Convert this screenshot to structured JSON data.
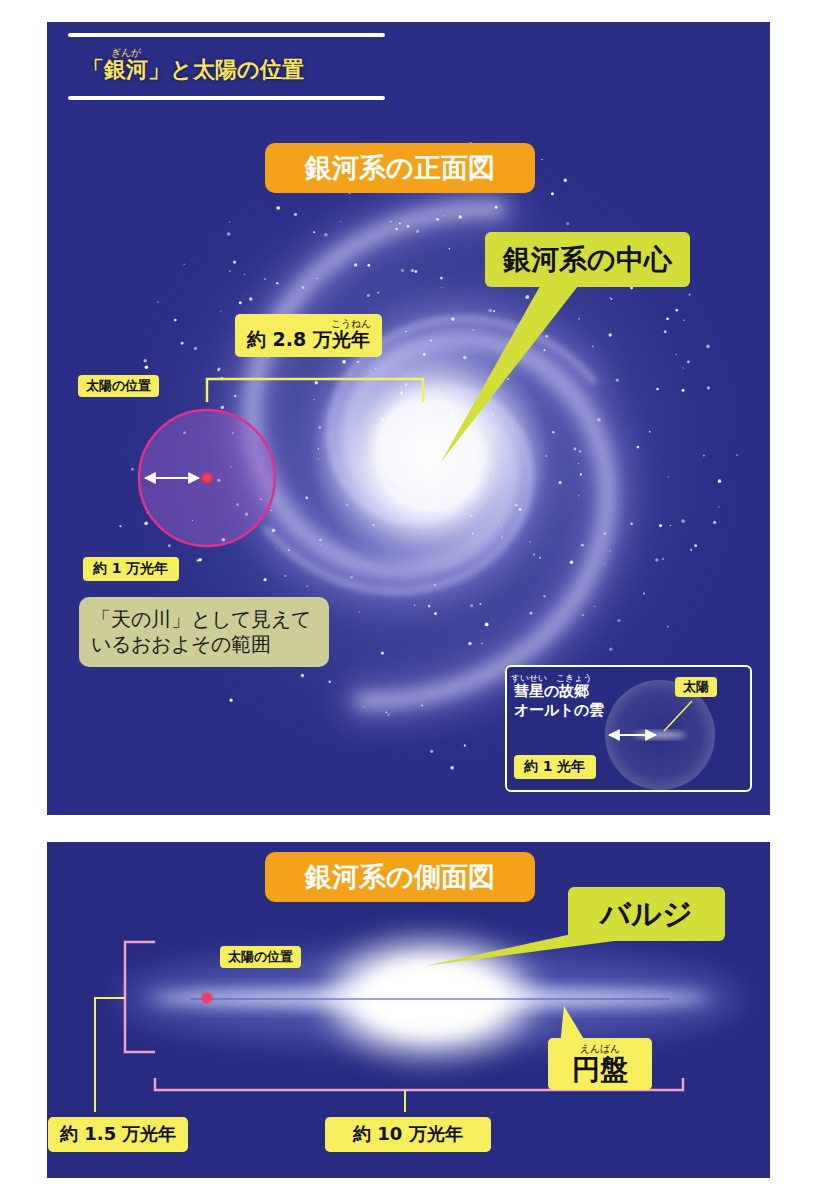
{
  "diagram": {
    "title": "「銀河」と太陽の位置",
    "nodes": [
      {
        "text": [
          "銀河系の正面図"
        ]
      },
      {
        "text": [
          "銀河系の中心"
        ]
      },
      {
        "text": [
          "約 2.8 万光年"
        ]
      },
      {
        "text": [
          "太陽の位置"
        ]
      },
      {
        "text": [
          "約 1 万光年"
        ]
      },
      {
        "text": [
          "「天の川」として見えているおおよその範囲"
        ]
      },
      {
        "text": [
          "彗星の故郷 オールトの雲"
        ]
      },
      {
        "text": [
          "太陽"
        ],
        "in": 6
      },
      {
        "text": [
          "約 1 光年"
        ],
        "in": 6
      },
      {
        "text": [
          "銀河系の側面図"
        ]
      },
      {
        "text": [
          "バルジ"
        ]
      },
      {
        "text": [
          "太陽の位置"
        ]
      },
      {
        "text": [
          "円盤"
        ]
      },
      {
        "text": [
          "約 1.5 万光年"
        ]
      },
      {
        "text": [
          "約 10 万光年"
        ]
      }
    ],
    "labels": [
      "ぎんが",
      "こうねん",
      "すいせい",
      "こきょう",
      "えんばん"
    ]
  }
}
